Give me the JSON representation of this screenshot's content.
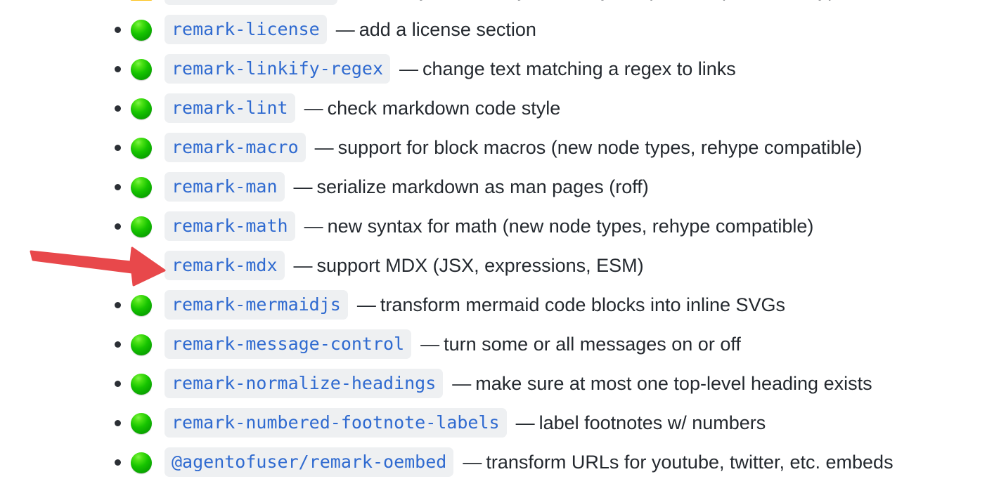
{
  "page": {
    "background_color": "#ffffff",
    "text_color": "#24292f",
    "code_text_color": "#2f6ad0",
    "code_background_color": "#eef0f2",
    "bullet_color": "#2b2f35"
  },
  "annotation": {
    "type": "arrow",
    "color": "#e8484b",
    "points_at": "status-icon of remark-mdx row",
    "direction": "left-to-right"
  },
  "icons": {
    "green_circle": "green-circle-icon",
    "warning": "warning-triangle-icon"
  },
  "list": {
    "items": [
      {
        "status": "warning",
        "name": "remark-kbd-plus",
        "dash": "—",
        "description": "new syntax for keyboard keys w/ plusses (new node type,",
        "clipped": true
      },
      {
        "status": "green",
        "name": "remark-license",
        "dash": "—",
        "description": "add a license section"
      },
      {
        "status": "green",
        "name": "remark-linkify-regex",
        "dash": "—",
        "description": "change text matching a regex to links"
      },
      {
        "status": "green",
        "name": "remark-lint",
        "dash": "—",
        "description": "check markdown code style"
      },
      {
        "status": "green",
        "name": "remark-macro",
        "dash": "—",
        "description": "support for block macros (new node types, rehype compatible)"
      },
      {
        "status": "green",
        "name": "remark-man",
        "dash": "—",
        "description": "serialize markdown as man pages (roff)"
      },
      {
        "status": "green",
        "name": "remark-math",
        "dash": "—",
        "description": "new syntax for math (new node types, rehype compatible)"
      },
      {
        "status": "green",
        "name": "remark-mdx",
        "dash": "—",
        "description": "support MDX (JSX, expressions, ESM)",
        "highlighted": true
      },
      {
        "status": "green",
        "name": "remark-mermaidjs",
        "dash": "—",
        "description": "transform mermaid code blocks into inline SVGs"
      },
      {
        "status": "green",
        "name": "remark-message-control",
        "dash": "—",
        "description": "turn some or all messages on or off"
      },
      {
        "status": "green",
        "name": "remark-normalize-headings",
        "dash": "—",
        "description": "make sure at most one top-level heading exists"
      },
      {
        "status": "green",
        "name": "remark-numbered-footnote-labels",
        "dash": "—",
        "description": "label footnotes w/ numbers"
      },
      {
        "status": "green",
        "name": "@agentofuser/remark-oembed",
        "dash": "—",
        "description": "transform URLs for youtube, twitter, etc. embeds"
      }
    ]
  }
}
